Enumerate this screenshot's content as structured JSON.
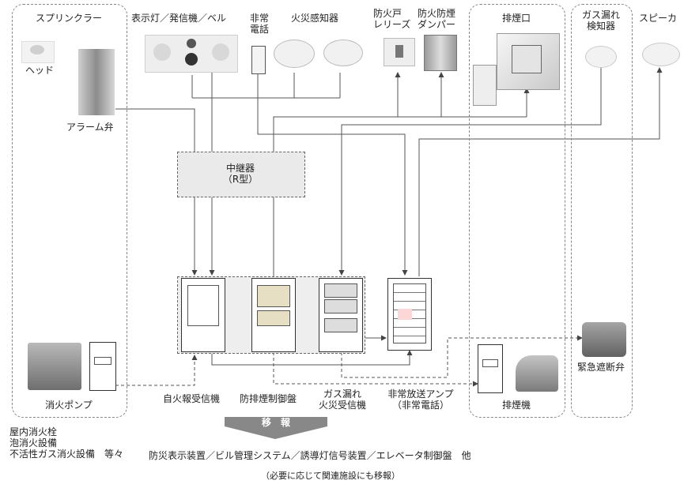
{
  "groups": {
    "sprinkler": "スプリンクラー",
    "head": "ヘッド",
    "alarm_valve": "アラーム弁",
    "fire_pump": "消火ポンプ",
    "smoke_outlet": "排煙口",
    "smoke_fan": "排煙機",
    "gas_detector": "ガス漏れ\n検知器",
    "emergency_valve": "緊急遮断弁",
    "speaker": "スピーカ"
  },
  "devices": {
    "indicator": "表示灯／発信機／ベル",
    "emergency_phone": "非常\n電話",
    "fire_detector": "火災感知器",
    "fire_door": "防火戸\nレリーズ",
    "fire_damper": "防火防煙\nダンパー",
    "relay": "中継器\n（R型）"
  },
  "panels": {
    "fire_receiver": "自火報受信機",
    "smoke_control": "防排煙制御盤",
    "gas_fire_receiver": "ガス漏れ\n火災受信機",
    "broadcast_amp": "非常放送アンプ\n（非常電話）"
  },
  "bottom": {
    "transfer": "移　報",
    "other_equipment": "屋内消火栓\n泡消火設備\n不活性ガス消火設備　等々",
    "systems": "防災表示装置／ビル管理システム／誘導灯信号装置／エレベータ制御盤　他",
    "note": "（必要に応じて関連施設にも移報）"
  },
  "colors": {
    "line": "#555555",
    "dashed": "#888888",
    "panel_fill": "#e6dfc4",
    "speaker_fill": "#fbd7d7"
  }
}
